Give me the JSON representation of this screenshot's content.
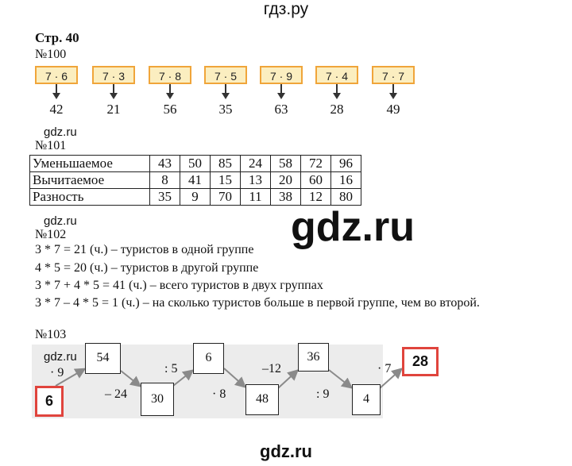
{
  "site": {
    "top": "гдз.ру",
    "bottom": "gdz.ru",
    "small": "gdz.ru",
    "big": "gdz.ru"
  },
  "page_ref": "Стр. 40",
  "ex100": {
    "label": "№100",
    "items": [
      {
        "expr": "7 · 6",
        "answer": "42"
      },
      {
        "expr": "7 · 3",
        "answer": "21"
      },
      {
        "expr": "7 · 8",
        "answer": "56"
      },
      {
        "expr": "7 · 5",
        "answer": "35"
      },
      {
        "expr": "7 · 9",
        "answer": "63"
      },
      {
        "expr": "7 · 4",
        "answer": "28"
      },
      {
        "expr": "7 · 7",
        "answer": "49"
      }
    ]
  },
  "ex101": {
    "label": "№101",
    "rows": [
      {
        "head": "Уменьшаемое",
        "values": [
          "43",
          "50",
          "85",
          "24",
          "58",
          "72",
          "96"
        ]
      },
      {
        "head": "Вычитаемое",
        "values": [
          "8",
          "41",
          "15",
          "13",
          "20",
          "60",
          "16"
        ]
      },
      {
        "head": "Разность",
        "values": [
          "35",
          "9",
          "70",
          "11",
          "38",
          "12",
          "80"
        ]
      }
    ]
  },
  "ex102": {
    "label": "№102",
    "lines": [
      "3 * 7 = 21 (ч.) – туристов в одной группе",
      "4 * 5 = 20 (ч.) – туристов в другой группе",
      "3 * 7 + 4 * 5 = 41 (ч.) – всего туристов в двух группах",
      "3 * 7 – 4 * 5 = 1 (ч.) – на сколько туристов больше в первой группе, чем во второй."
    ]
  },
  "ex103": {
    "label": "№103",
    "start": "6",
    "end": "28",
    "boxes": [
      "54",
      "30",
      "6",
      "48",
      "36",
      "4"
    ],
    "ops": [
      "· 9",
      "– 24",
      ": 5",
      "· 8",
      "–12",
      ": 9",
      "· 7"
    ]
  }
}
